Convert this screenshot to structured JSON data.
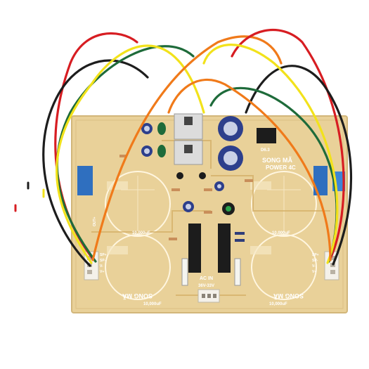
{
  "board": {
    "brand": "SONG MÃ",
    "model": "POWER 4C",
    "ac_in": "AC IN",
    "ac_voltage": "36V-33V",
    "cap_value": "10,000uF",
    "sp_plus": "SP+",
    "sp_minus": "SP-",
    "v_minus": "V-",
    "v_plus": "V+",
    "out_label": "OUT+",
    "brand_rot": "SONG MÃ",
    "d_label": "D6.3"
  },
  "colors": {
    "pcb": "#e9d199",
    "pcb_edge": "#d8bd83",
    "trace": "#d8b674",
    "wire_red": "#d71d22",
    "wire_black": "#1d1d1d",
    "wire_green": "#1e6b3a",
    "wire_yellow": "#f2e21b",
    "wire_orange": "#f07a1a",
    "cap_blue": "#2d3f8c",
    "trimmer_blue": "#2f6fbf"
  }
}
